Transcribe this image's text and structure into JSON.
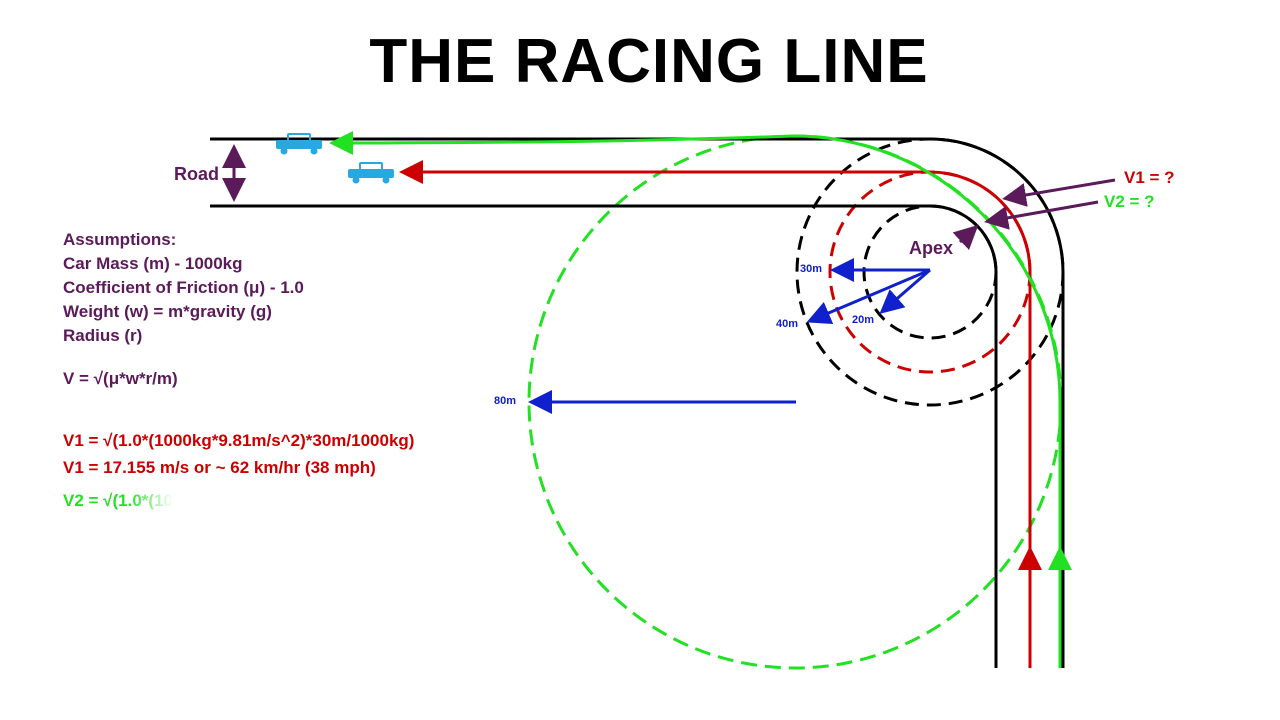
{
  "title": "THE RACING LINE",
  "road_label": "Road",
  "assumptions": {
    "heading": "Assumptions:",
    "items": [
      "Car Mass (m) - 1000kg",
      "Coefficient of Friction (μ) - 1.0",
      "Weight (w) = m*gravity (g)",
      "Radius (r)"
    ]
  },
  "formula": "V = √(μ*w*r/m)",
  "v1_calc": "V1 = √(1.0*(1000kg*9.81m/s^2)*30m/1000kg)",
  "v1_result": "V1 = 17.155 m/s or ~ 62 km/hr (38 mph)",
  "v2_calc_partial": "V2 = √(1.0*(10",
  "labels": {
    "v1": "V1 = ?",
    "v2": "V2 = ?",
    "apex": "Apex",
    "r20": "20m",
    "r30": "30m",
    "r40": "40m",
    "r80": "80m"
  },
  "colors": {
    "red_line": "#cc0000",
    "green_line": "#22e022",
    "radius_arrows": "#1020cc",
    "label_purple": "#5b1a5a",
    "car": "#29a8e0"
  }
}
